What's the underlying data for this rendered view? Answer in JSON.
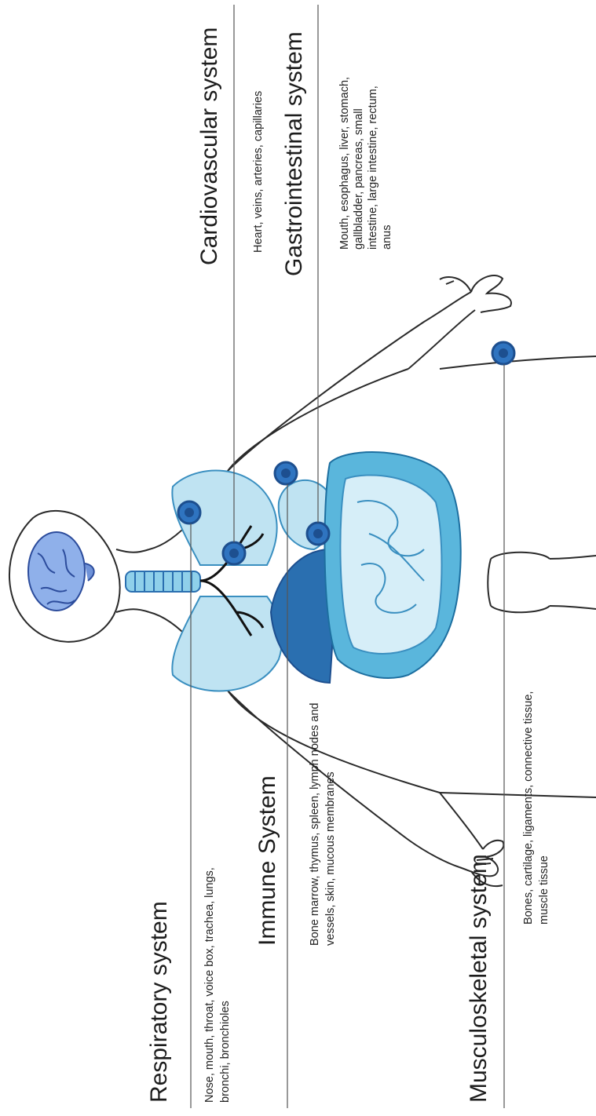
{
  "systems": {
    "respiratory": {
      "title": "Respiratory system",
      "desc_1": "Nose, mouth, throat, voice box, trachea, lungs,",
      "desc_2": "bronchi, bronchioles"
    },
    "immune": {
      "title": "Immune System",
      "desc_1": "Bone marrow, thymus, spleen, lymph nodes and",
      "desc_2": "vessels, skin, mucous membranes"
    },
    "musculoskeletal": {
      "title": "Musculoskeletal system",
      "desc_1": "Bones, cartilage, ligaments, connective tissue,",
      "desc_2": "muscle tissue"
    },
    "cardiovascular": {
      "title": "Cardiovascular system",
      "desc_1": "Heart, veins, arteries, capillaries"
    },
    "gastrointestinal": {
      "title": "Gastrointestinal system",
      "desc_1": "Mouth, esophagus, liver, stomach,",
      "desc_2": "gallbladder, pancreas, small",
      "desc_3": "intestine, large intestine, rectum,",
      "desc_4": "anus"
    }
  },
  "colors": {
    "marker_fill": "#2f74c0",
    "marker_ring": "#1d4f8f",
    "organ_light": "#bfe3f2",
    "organ_mid": "#5ab6dc",
    "organ_dark": "#2a6fb0",
    "brain": "#7fa0e0"
  }
}
